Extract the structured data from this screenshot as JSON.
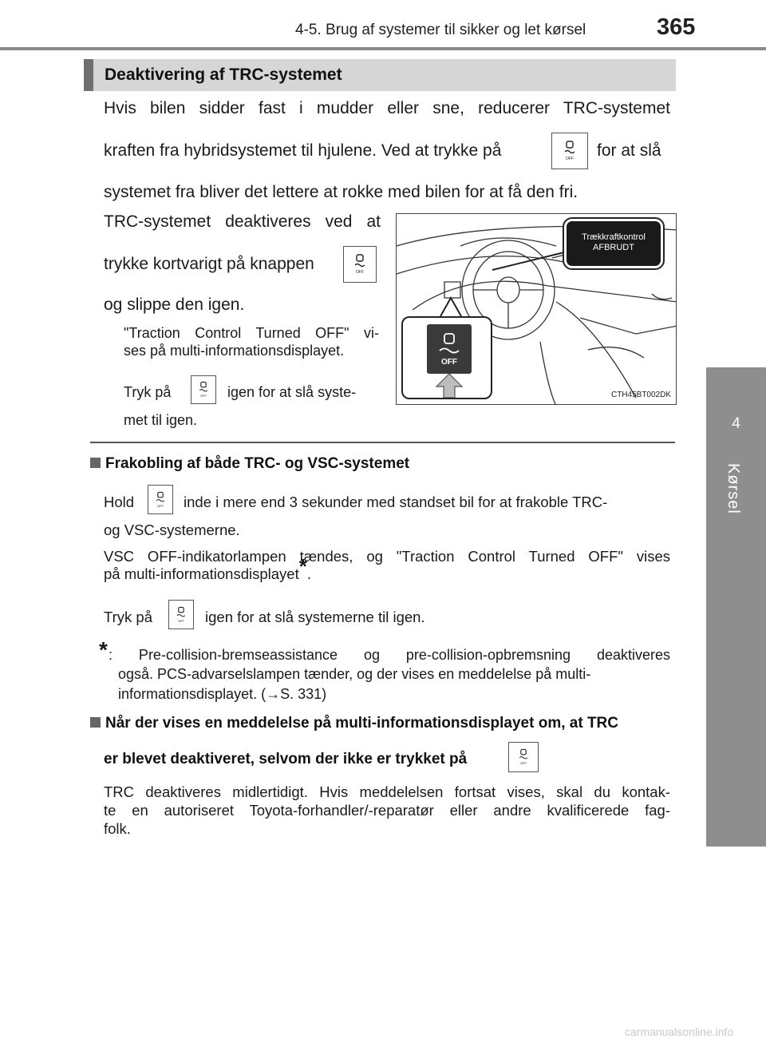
{
  "header": {
    "section_title": "4-5. Brug af systemer til sikker og let kørsel",
    "page_number": "365"
  },
  "side_tab": {
    "chapter_number": "4",
    "chapter_name": "Kørsel"
  },
  "section": {
    "heading": "Deaktivering af TRC-systemet",
    "intro": {
      "line1": "Hvis bilen sidder fast i mudder eller sne, reducerer TRC-systemet",
      "line2_before": "kraften fra hybridsystemet til hjulene. Ved at trykke på",
      "line2_after": "for at slå",
      "line3": "systemet fra bliver det lettere at rokke med bilen for at få den fri."
    },
    "deactivate": {
      "line1": "TRC-systemet deaktiveres ved at",
      "line2": "trykke kortvarigt på knappen",
      "line3": "og slippe den igen.",
      "note_line1": "\"Traction Control Turned OFF\" vi-",
      "note_line2": "ses på multi-informationsdisplayet.",
      "again_before": "Tryk på",
      "again_after": "igen for at slå syste-",
      "again_line2": "met til igen."
    },
    "figure": {
      "callout_line1": "Trækkraftkontrol",
      "callout_line2": "AFBRUDT",
      "inset_label": "OFF",
      "code": "CTH45BT002DK"
    }
  },
  "sub1": {
    "heading": "Frakobling af både TRC- og VSC-systemet",
    "hold_before": "Hold",
    "hold_after": "inde i mere end 3 sekunder med standset bil for at frakoble TRC-",
    "hold_line2": "og VSC-systemerne.",
    "vsc_line1": "VSC OFF-indikatorlampen tændes, og \"Traction Control Turned OFF\" vises",
    "vsc_line2": "på multi-informationsdisplayet",
    "vsc_star": "*",
    "vsc_end": ".",
    "again_before": "Tryk på",
    "again_after": "igen for at slå systemerne til igen.",
    "footnote_mark": "*",
    "footnote_line1": ": Pre-collision-bremseassistance og pre-collision-opbremsning deaktiveres",
    "footnote_line2": "også. PCS-advarselslampen tænder, og der vises en meddelelse på multi-",
    "footnote_line3": "informationsdisplayet. (→S. 331)"
  },
  "sub2": {
    "heading_line1": "Når der vises en meddelelse på multi-informationsdisplayet om, at TRC",
    "heading_line2": "er blevet deaktiveret, selvom der ikke er trykket på",
    "body_line1": "TRC deaktiveres midlertidigt. Hvis meddelelsen fortsat vises, skal du kontak-",
    "body_line2": "te en autoriseret Toyota-forhandler/-reparatør eller andre kvalificerede fag-",
    "body_line3": "folk."
  },
  "footer": {
    "watermark": "carmanualsonline.info"
  },
  "icons": {
    "trc_off_button": "vsc-off-button-icon"
  }
}
